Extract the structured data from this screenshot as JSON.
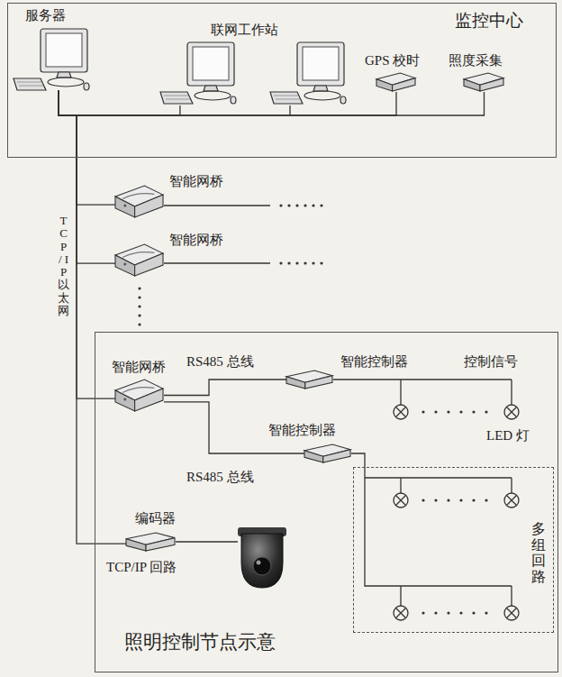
{
  "diagram": {
    "nodes": [
      {
        "text": [
          "监控中心"
        ]
      },
      {
        "text": [
          "服务器"
        ],
        "in": 0
      },
      {
        "text": [
          "联网工作站"
        ],
        "in": 0
      },
      {
        "text": [
          "GPS 校时"
        ],
        "in": 0
      },
      {
        "text": [
          "照度采集"
        ],
        "in": 0
      },
      {
        "text": [
          "智能网桥"
        ]
      },
      {
        "text": [
          "智能网桥"
        ]
      },
      {
        "text": [
          "照明控制节点示意"
        ]
      },
      {
        "text": [
          "智能网桥"
        ],
        "in": 7
      },
      {
        "text": [
          "智能控制器"
        ],
        "in": 7
      },
      {
        "text": [
          "智能控制器"
        ],
        "in": 7
      },
      {
        "text": [
          "编码器"
        ],
        "in": 7
      },
      {
        "text": [
          "多组回路"
        ],
        "in": 7
      }
    ],
    "edges": [
      {
        "from": 1,
        "to": 2,
        "arrow": "none"
      },
      {
        "from": 1,
        "to": 3,
        "arrow": "none"
      },
      {
        "from": 1,
        "to": 4,
        "arrow": "none"
      },
      {
        "from": 1,
        "to": 5,
        "arrow": "none"
      },
      {
        "from": 1,
        "to": 6,
        "arrow": "none"
      },
      {
        "from": 1,
        "to": 8,
        "arrow": "none"
      },
      {
        "from": 1,
        "to": 11,
        "arrow": "none"
      },
      {
        "from": 8,
        "to": 9,
        "label": "RS485 总线",
        "arrow": "none"
      },
      {
        "from": 8,
        "to": 10,
        "label": "RS485 总线",
        "arrow": "none"
      }
    ],
    "labels": [
      "TCP / IP 以太网",
      "控制信号",
      "LED 灯",
      "TCP/IP 回路"
    ]
  }
}
